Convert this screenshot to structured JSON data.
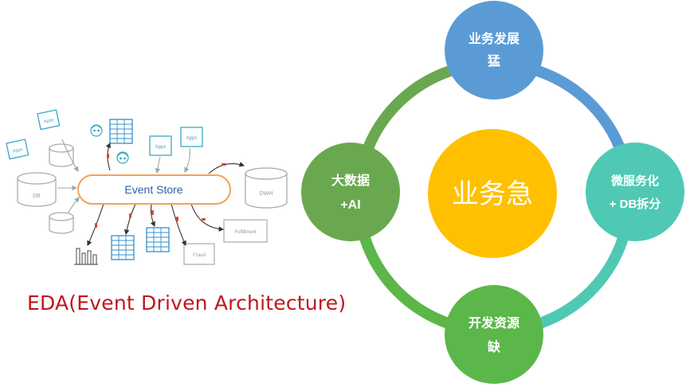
{
  "eda_diagram": {
    "event_store": "Event Store",
    "db": "DB",
    "dwh": "DWH",
    "fulfillment": "Fulfillment",
    "fraud": "Fraud",
    "apps": "Apps"
  },
  "caption": "EDA(Event Driven Architecture)",
  "cycle": {
    "center": "业务急",
    "top": [
      "业务发展",
      "猛"
    ],
    "right": [
      "微服务化",
      "+ DB拆分"
    ],
    "bottom": [
      "开发资源",
      "缺"
    ],
    "left": [
      "大数据",
      "+AI"
    ]
  },
  "colors": {
    "center": "#ffc000",
    "top": "#5b9bd5",
    "right": "#4fc9b4",
    "bottom": "#5bb749",
    "left": "#6aa84f",
    "ring_top_right": "#5b9bd5",
    "ring_right_bottom": "#4fc9b4",
    "ring_bottom_left": "#5bb749",
    "ring_left_top": "#6aa84f",
    "caption": "#c0161e"
  }
}
